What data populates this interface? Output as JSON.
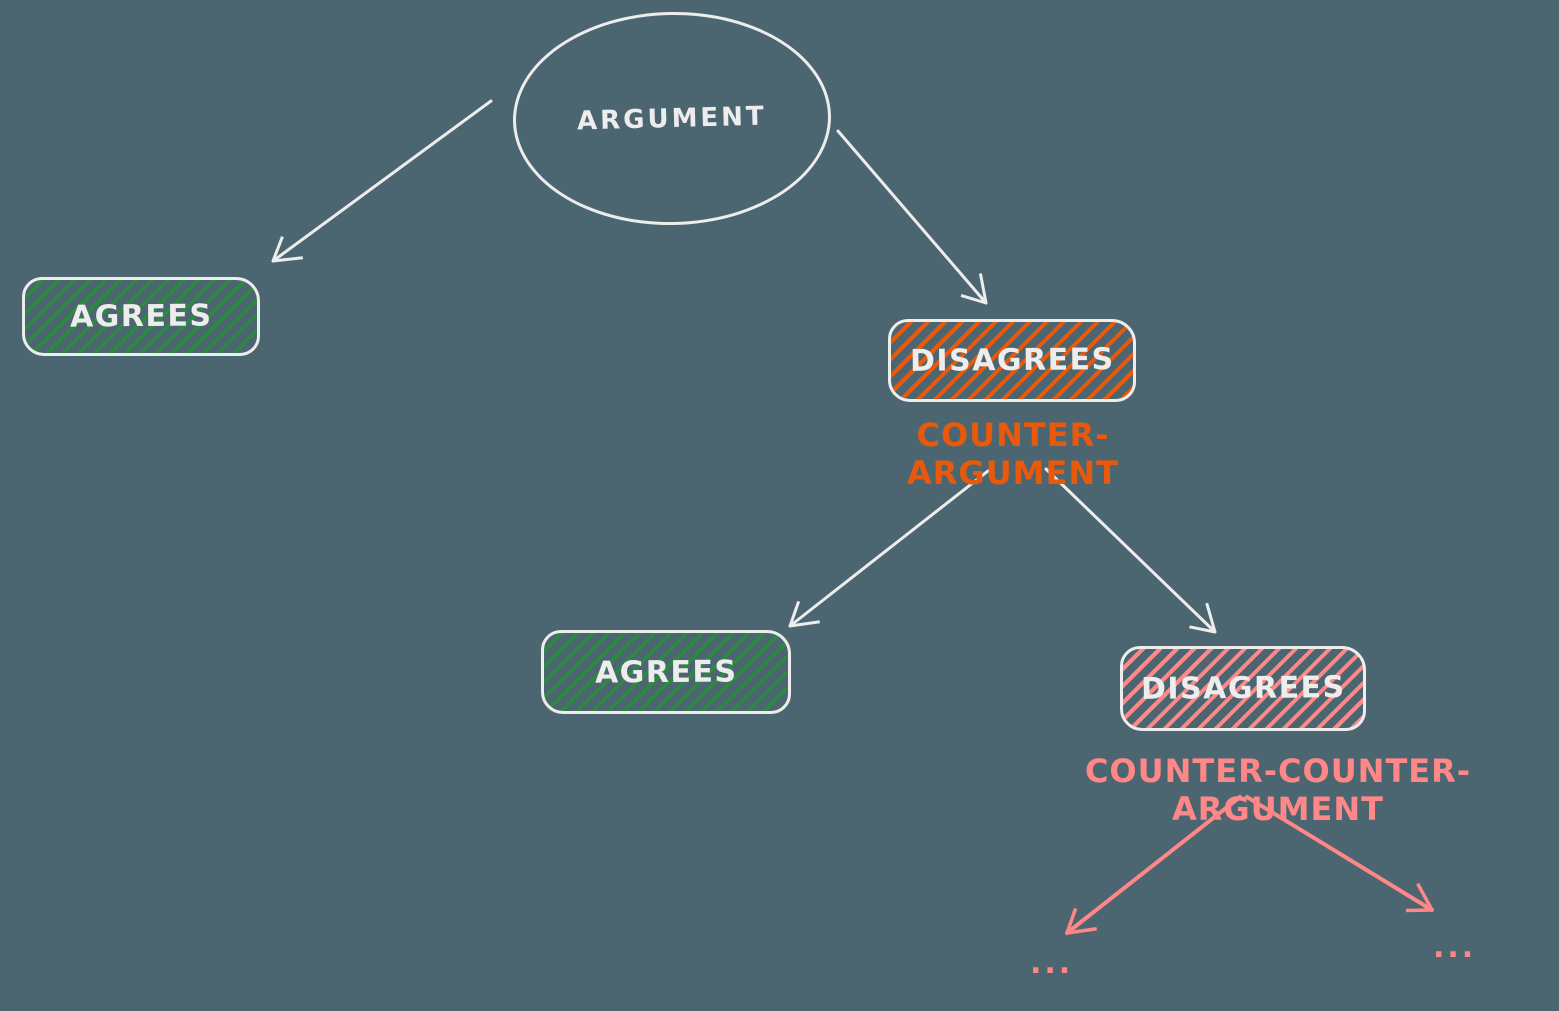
{
  "colors": {
    "background": "#4c6671",
    "ink": "#ededed",
    "green": "#2b8a3e",
    "orange": "#e8590c",
    "pink": "#ff8787"
  },
  "nodes": {
    "argument": {
      "label": "ARGUMENT"
    },
    "agrees_top": {
      "label": "AGREES"
    },
    "disagrees_top": {
      "label": "DISAGREES"
    },
    "counter_argument_caption": {
      "label": "COUNTER-ARGUMENT"
    },
    "agrees_mid": {
      "label": "AGREES"
    },
    "disagrees_mid": {
      "label": "DISAGREES"
    },
    "counter_counter_argument_caption": {
      "label": "COUNTER-COUNTER-ARGUMENT"
    },
    "ellipsis_left": {
      "label": "..."
    },
    "ellipsis_right": {
      "label": "..."
    }
  }
}
